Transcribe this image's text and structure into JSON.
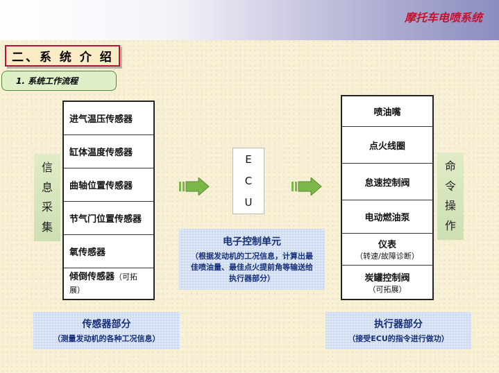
{
  "header": {
    "title": "摩托车电喷系统"
  },
  "section": {
    "title": "二、系 统 介 绍",
    "subtitle": "1. 系统工作流程"
  },
  "left_label": {
    "chars": [
      "信",
      "息",
      "采",
      "集"
    ]
  },
  "right_label": {
    "chars": [
      "命",
      "令",
      "操",
      "作"
    ]
  },
  "sensors": [
    {
      "label": "进气温压传感器"
    },
    {
      "label": "缸体温度传感器"
    },
    {
      "label": "曲轴位置传感器"
    },
    {
      "label": "节气门位置传感器"
    },
    {
      "label": "氧传感器"
    },
    {
      "label": "倾倒传感器",
      "note": "（可拓展）"
    }
  ],
  "actuators": [
    {
      "label": "喷油嘴"
    },
    {
      "label": "点火线圈"
    },
    {
      "label": "怠速控制阀"
    },
    {
      "label": "电动燃油泵"
    },
    {
      "label": "仪表",
      "note": "（转速/故障诊断）"
    },
    {
      "label": "炭罐控制阀",
      "note": "（可拓展）"
    }
  ],
  "ecu": {
    "letters": [
      "E",
      "C",
      "U"
    ],
    "title": "电子控制单元",
    "description": "（根据发动机的工况信息，计算出最佳喷油量、最佳点火提前角等输送给执行器部分）"
  },
  "sensor_panel": {
    "title": "传感器部分",
    "description": "（测量发动机的各种工况信息）"
  },
  "actuator_panel": {
    "title": "执行器部分",
    "description": "（接受ECU的指令进行做功）"
  },
  "colors": {
    "accent_red": "#c8102e",
    "arrow_green": "#7ab648",
    "panel_blue": "#cfdcf0",
    "label_green": "#d6e6bd"
  }
}
